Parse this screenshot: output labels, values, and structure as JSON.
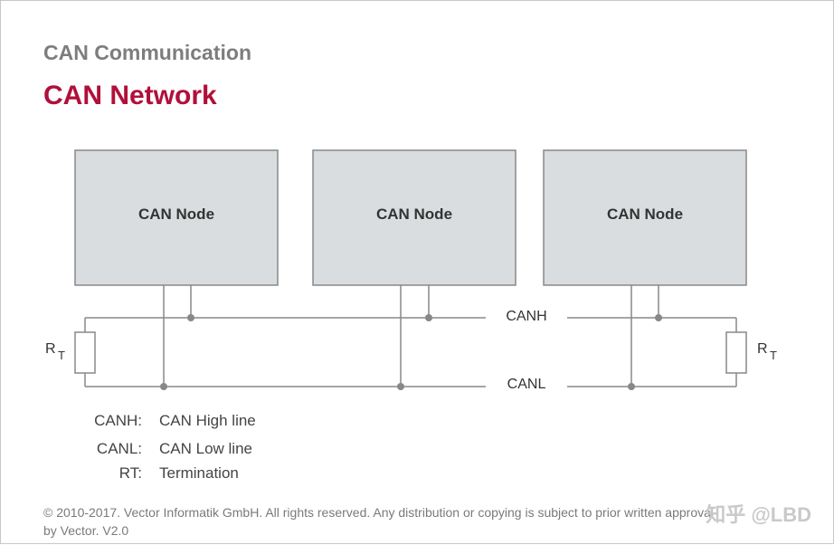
{
  "header": {
    "section": "CAN Communication",
    "title": "CAN Network"
  },
  "diagram": {
    "nodes": [
      "CAN Node",
      "CAN Node",
      "CAN Node"
    ],
    "bus_high": "CANH",
    "bus_low": "CANL",
    "resistor": {
      "main": "R",
      "sub": "T"
    }
  },
  "legend": [
    {
      "key": "CANH:",
      "value": "CAN High line"
    },
    {
      "key": "CANL:",
      "value": "CAN Low line"
    },
    {
      "key": "RT:",
      "value": "Termination"
    }
  ],
  "footer": {
    "copyright_line1": "© 2010-2017. Vector Informatik GmbH. All rights reserved. Any distribution or copying is subject to prior written approval",
    "copyright_line2": "by Vector. V2.0",
    "watermark": "知乎 @LBD"
  },
  "colors": {
    "title": "#b0103a",
    "section": "#7d7d7d",
    "node_fill": "#dadddf",
    "line": "#888888"
  }
}
